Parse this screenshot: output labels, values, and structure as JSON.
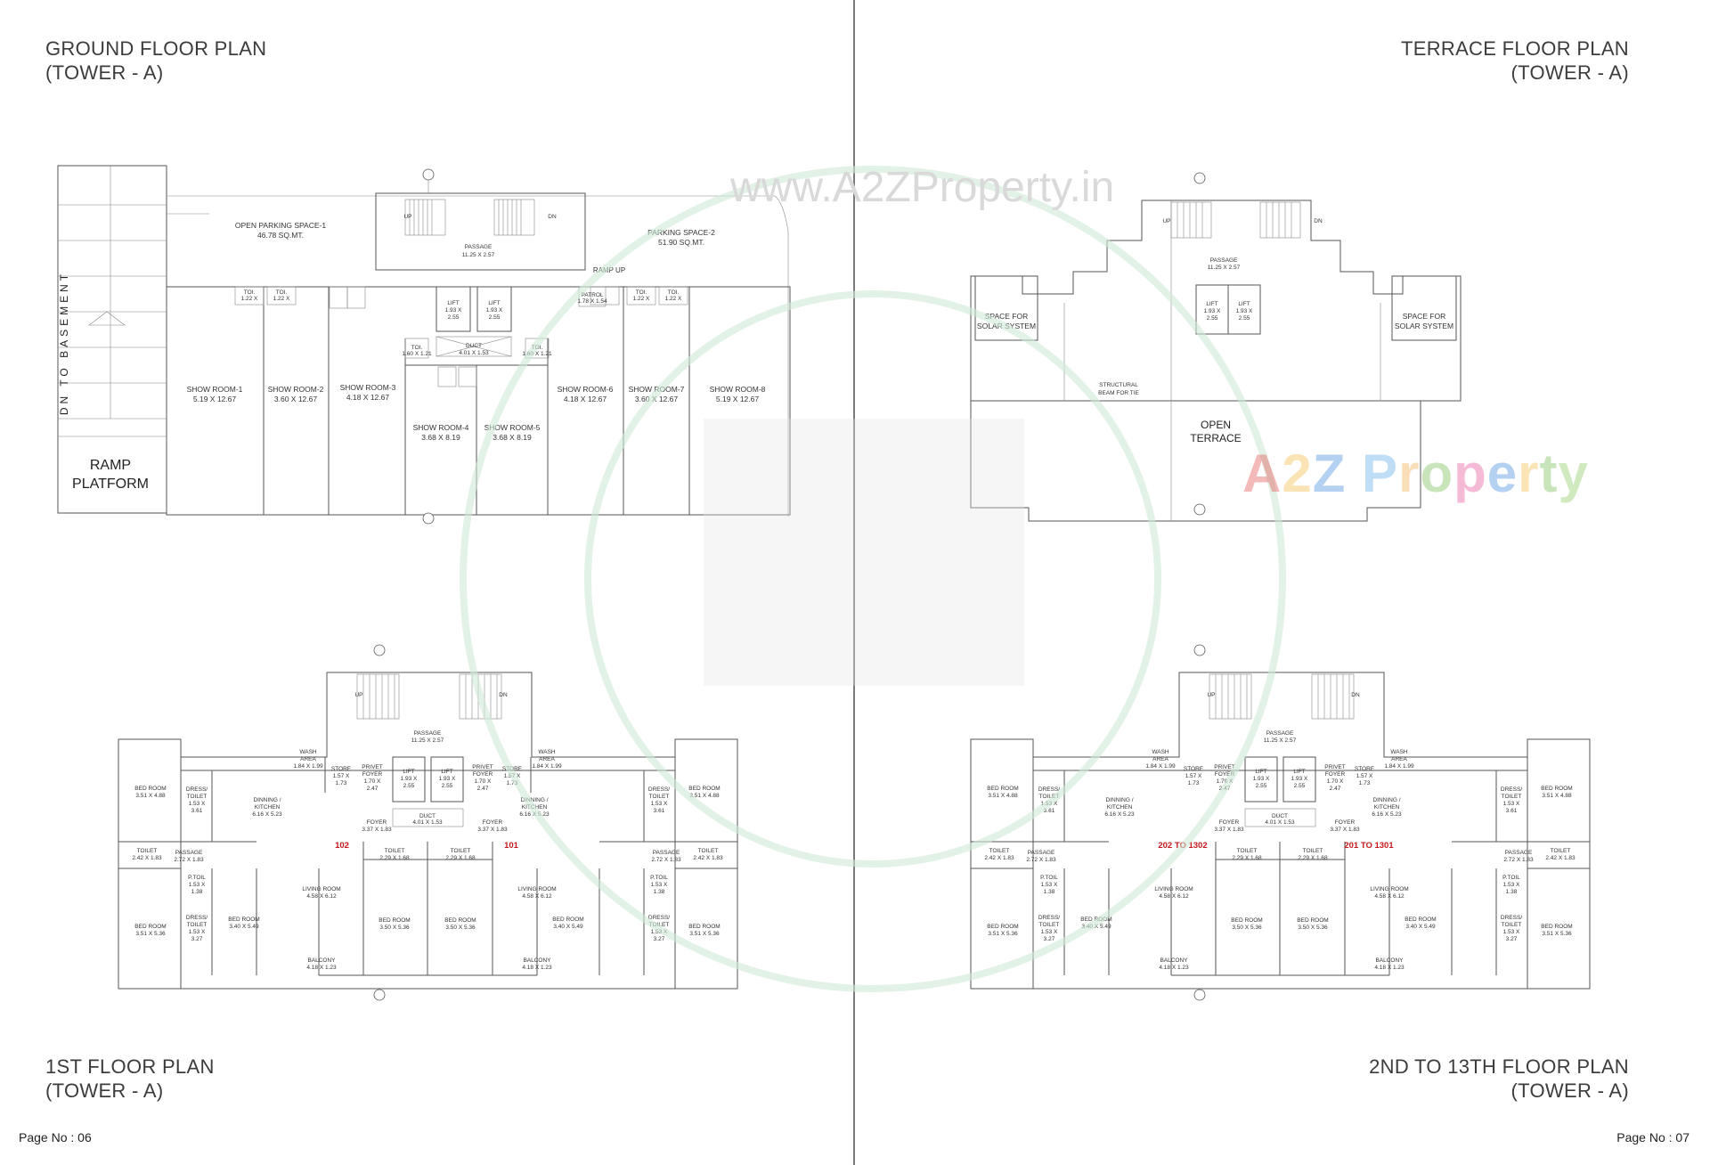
{
  "pages": {
    "left": {
      "page_no": "Page No : 06",
      "ground_plan": {
        "title_line1": "GROUND FLOOR PLAN",
        "title_line2": "(TOWER - A)"
      },
      "first_plan": {
        "title_line1": "1ST  FLOOR PLAN",
        "title_line2": "(TOWER - A)"
      }
    },
    "right": {
      "page_no": "Page No : 07",
      "terrace_plan": {
        "title_line1": "TERRACE  FLOOR PLAN",
        "title_line2": "(TOWER - A)"
      },
      "typical_plan": {
        "title_line1": "2ND TO 13TH  FLOOR PLAN",
        "title_line2": "(TOWER - A)"
      }
    }
  },
  "ground": {
    "ramp_l1": "RAMP",
    "ramp_l2": "PLATFORM",
    "dn_basement": "DN TO BASEMENT",
    "parking1_l1": "OPEN PARKING SPACE-1",
    "parking1_l2": "46.78 SQ.MT.",
    "parking2_l1": "PARKING SPACE-2",
    "parking2_l2": "51.90 SQ.MT.",
    "ramp_up": "RAMP UP",
    "patrol": "PATROL",
    "patrol_dim": "1.78 X 1.54",
    "up": "UP",
    "dn": "DN",
    "passage": "PASSAGE",
    "passage_dim": "11.25 X 2.57",
    "lift": "LIFT",
    "lift_dim1": "1.93 X",
    "lift_dim2": "2.55",
    "duct": "DUCT",
    "duct_dim": "4.01 X 1.53",
    "toi": "TOI.",
    "toi_d1": "1.22 X",
    "toi_d2": "1.22",
    "toi_side": "1.60 X 1.21",
    "shows": [
      {
        "name": "SHOW ROOM-1",
        "dim": "5.19 X 12.67"
      },
      {
        "name": "SHOW ROOM-2",
        "dim": "3.60 X 12.67"
      },
      {
        "name": "SHOW ROOM-3",
        "dim": "4.18 X 12.67"
      },
      {
        "name": "SHOW ROOM-4",
        "dim": "3.68 X 8.19"
      },
      {
        "name": "SHOW ROOM-5",
        "dim": "3.68 X 8.19"
      },
      {
        "name": "SHOW ROOM-6",
        "dim": "4.18 X 12.67"
      },
      {
        "name": "SHOW ROOM-7",
        "dim": "3.60 X 12.67"
      },
      {
        "name": "SHOW ROOM-8",
        "dim": "5.19 X 12.67"
      }
    ]
  },
  "terrace": {
    "solar_l1": "SPACE FOR",
    "solar_l2": "SOLAR SYSTEM",
    "beam_l1": "STRUCTURAL",
    "beam_l2": "BEAM FOR TIE",
    "open_l1": "OPEN",
    "open_l2": "TERRACE",
    "up": "UP",
    "dn": "DN",
    "passage": "PASSAGE",
    "passage_dim": "11.25 X 2.57",
    "lift": "LIFT",
    "lift_dim1": "1.93 X",
    "lift_dim2": "2.55"
  },
  "floor": {
    "up": "UP",
    "dn": "DN",
    "passage": "PASSAGE",
    "passage_dim": "11.25 X 2.57",
    "wash": "WASH",
    "area": "AREA",
    "wash_dim": "1.84 X 1.99",
    "store": "STORE",
    "store_dim1": "1.57 X",
    "store_dim2": "1.73",
    "privet": "PRIVET",
    "foyer": "FOYER",
    "privet_dim1": "1.70 X",
    "privet_dim2": "2.47",
    "lift": "LIFT",
    "lift_dim1": "1.93 X",
    "lift_dim2": "2.55",
    "duct": "DUCT",
    "duct_dim": "4.01 X 1.53",
    "foyer_dim": "3.37 X 1.83",
    "bed": "BED ROOM",
    "bed1_dim": "3.51 X 4.88",
    "bed2_dim": "3.51 X 5.36",
    "bed3_dim": "3.40 X 5.49",
    "bed4_dim": "3.50 X 5.36",
    "dress": "DRESS/",
    "toilet": "TOILET",
    "dress_dim1": "1.53 X",
    "dress_dim2": "3.61",
    "dress2_dim2": "3.27",
    "dining": "DINNING /",
    "kitchen": "KITCHEN",
    "dining_dim": "6.16 X 5.23",
    "toilet_dim": "2.42 X 1.83",
    "passage2_dim": "2.72 X 1.83",
    "ptoil": "P.TOIL",
    "ptoil_d1": "1.53 X",
    "ptoil_d2": "1.38",
    "living": "LIVING ROOM",
    "living_dim": "4.58 X 6.12",
    "toilet_c_dim": "2.29 X 1.68",
    "balcony": "BALCONY",
    "balcony_dim": "4.18 X 1.23",
    "unit_102": "102",
    "unit_101": "101",
    "unit_202": "202 TO 1302",
    "unit_201": "201 TO 1301"
  },
  "watermark": {
    "site": "www.A2ZProperty.in",
    "brand": "A2Z Property"
  },
  "colors": {
    "unit_label": "#c4171b",
    "wall": "#555555",
    "spine": "#7a7a7a"
  }
}
